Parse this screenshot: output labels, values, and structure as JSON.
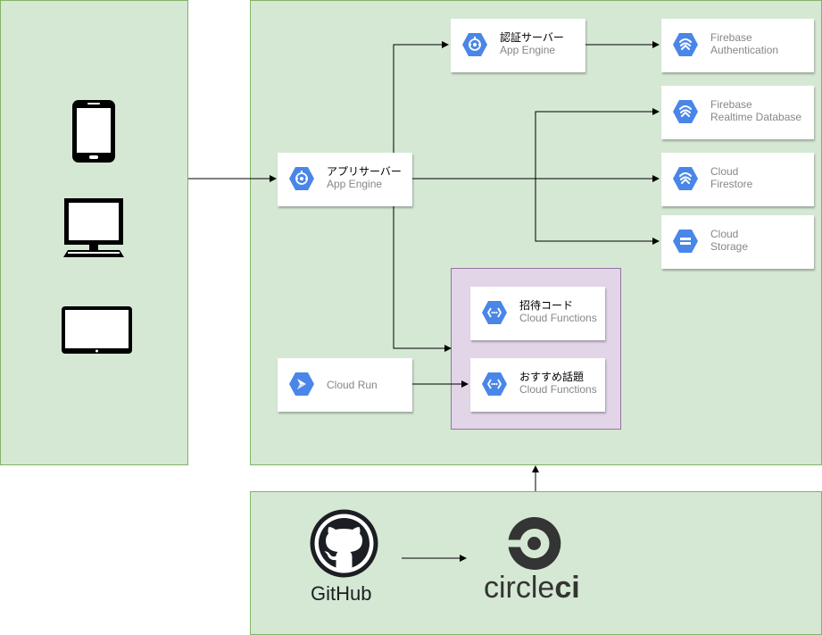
{
  "colors": {
    "zone_fill": "#d5e8d4",
    "zone_border": "#82b366",
    "functions_fill": "#e1d5e7",
    "functions_border": "#9673a6",
    "gcp_blue": "#4a86e8",
    "subtitle_gray": "#878787"
  },
  "devices": [
    "smartphone-icon",
    "desktop-monitor-icon",
    "tablet-icon"
  ],
  "nodes": {
    "app_server": {
      "title": "アプリサーバー",
      "subtitle": "App Engine",
      "icon": "app-engine-icon"
    },
    "auth_server": {
      "title": "認証サーバー",
      "subtitle": "App Engine",
      "icon": "app-engine-icon"
    },
    "firebase_auth": {
      "line1": "Firebase",
      "line2": "Authentication",
      "icon": "firebase-icon"
    },
    "firebase_rtdb": {
      "line1": "Firebase",
      "line2": "Realtime Database",
      "icon": "firebase-icon"
    },
    "cloud_firestore": {
      "line1": "Cloud",
      "line2": "Firestore",
      "icon": "firestore-icon"
    },
    "cloud_storage": {
      "line1": "Cloud",
      "line2": "Storage",
      "icon": "cloud-storage-icon"
    },
    "invite_code_fn": {
      "title": "招待コード",
      "subtitle": "Cloud Functions",
      "icon": "cloud-functions-icon"
    },
    "recommend_fn": {
      "title": "おすすめ話題",
      "subtitle": "Cloud Functions",
      "icon": "cloud-functions-icon"
    },
    "cloud_run": {
      "title": "Cloud Run",
      "icon": "cloud-run-icon"
    }
  },
  "ci": {
    "github": {
      "label": "GitHub",
      "icon": "github-icon"
    },
    "circleci": {
      "label_light": "circle",
      "label_bold": "ci",
      "icon": "circleci-icon"
    }
  }
}
